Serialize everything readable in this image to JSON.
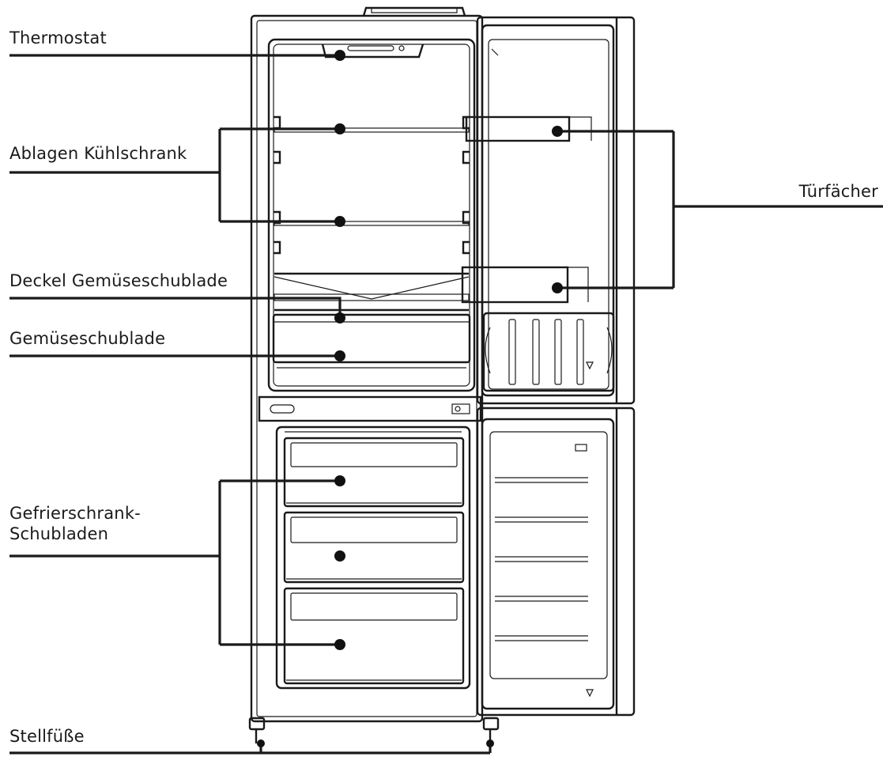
{
  "labels": {
    "thermostat": "Thermostat",
    "ablagen": "Ablagen Kühlschrank",
    "deckel": "Deckel Gemüseschublade",
    "gemuese": "Gemüseschublade",
    "gefrier": "Gefrierschrank-\nSchubladen",
    "stellfuesse": "Stellfüße",
    "tuerfaecher": "Türfächer"
  }
}
